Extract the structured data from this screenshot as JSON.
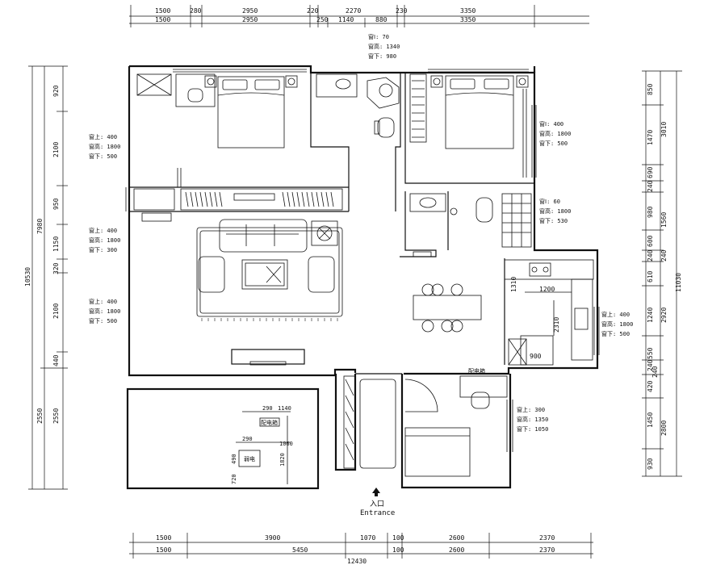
{
  "dimensions": {
    "top_row1": [
      "1500",
      "280",
      "2950",
      "220",
      "2270",
      "230",
      "3350"
    ],
    "top_row2": [
      "1500",
      "2950",
      "250",
      "1140",
      "880",
      "3350"
    ],
    "bottom_row1": [
      "1500",
      "3900",
      "1070",
      "100",
      "2600",
      "2370"
    ],
    "bottom_row2": [
      "1500",
      "5450",
      "100",
      "2600",
      "2370"
    ],
    "bottom_total": "12430",
    "left_inner": [
      "920",
      "2100",
      "950",
      "1150",
      "320",
      "2100",
      "440",
      "2550"
    ],
    "left_mid": [
      "7980",
      "2550"
    ],
    "left_total": "10530",
    "right_inner": [
      "850",
      "1470",
      "690",
      "240",
      "980",
      "600",
      "240",
      "610",
      "1240",
      "550",
      "240",
      "240",
      "420",
      "1450",
      "930"
    ],
    "right_mid": [
      "3010",
      "1560",
      "240",
      "2920",
      "2800"
    ],
    "right_total": "11030"
  },
  "window_notes": {
    "bath_top": [
      "窗Ⅰ: 70",
      "窗高: 1340",
      "窗下: 980"
    ],
    "bedroom2": [
      "窗Ⅰ: 400",
      "窗高: 1800",
      "窗下: 500"
    ],
    "bathroom2": [
      "窗Ⅰ: 60",
      "窗高: 1800",
      "窗下: 530"
    ],
    "bedroom1_left": [
      "窗上: 400",
      "窗高: 1800",
      "窗下: 500"
    ],
    "living_left_upper": [
      "窗上: 400",
      "窗高: 1800",
      "窗下: 300"
    ],
    "living_left_lower": [
      "窗上: 400",
      "窗高: 1800",
      "窗下: 500"
    ],
    "kitchen_right": [
      "窗上: 400",
      "窗高: 1800",
      "窗下: 500"
    ],
    "study": [
      "窗上: 300",
      "窗高: 1350",
      "窗下: 1050"
    ]
  },
  "room_dims": {
    "kitchen_counter": "1200",
    "kitchen_side": "1310",
    "kitchen_depth": "2310",
    "kitchen_bottom": "900",
    "balcony_a": "290",
    "balcony_b": "1140",
    "balcony_c": "290",
    "balcony_d": "1060",
    "balcony_e": "490",
    "balcony_f": "1820",
    "balcony_g": "720"
  },
  "labels": {
    "entry_cn": "入口",
    "entry_en": "Entrance",
    "shoe_cabinet": "配电箱",
    "balcony_box1": "配电箱",
    "balcony_box2": "弱电"
  }
}
